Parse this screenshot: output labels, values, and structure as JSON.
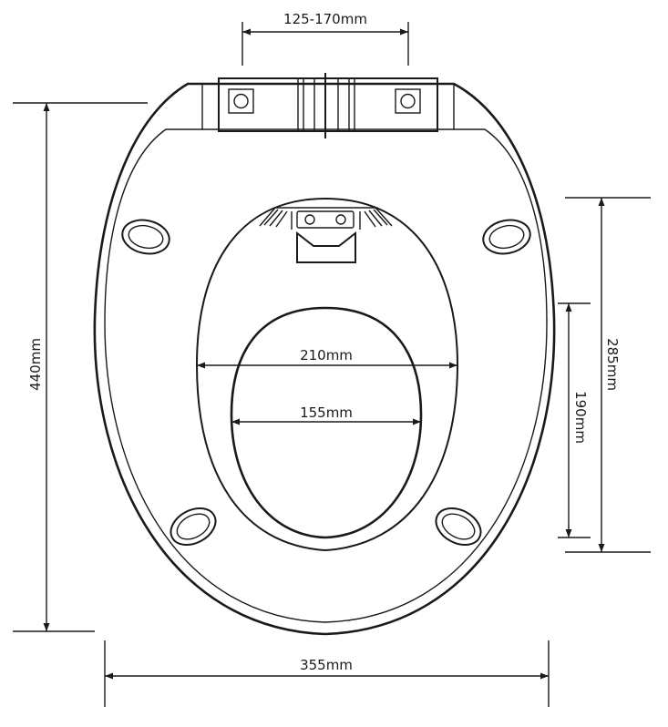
{
  "dimensions": {
    "hinge_spacing": "125-170mm",
    "total_length": "440mm",
    "total_width": "355mm",
    "outer_ring_length": "285mm",
    "inner_ring_length": "190mm",
    "outer_opening_width": "210mm",
    "inner_opening_width": "155mm"
  },
  "colors": {
    "stroke": "#1a1a1a",
    "background": "#ffffff"
  }
}
